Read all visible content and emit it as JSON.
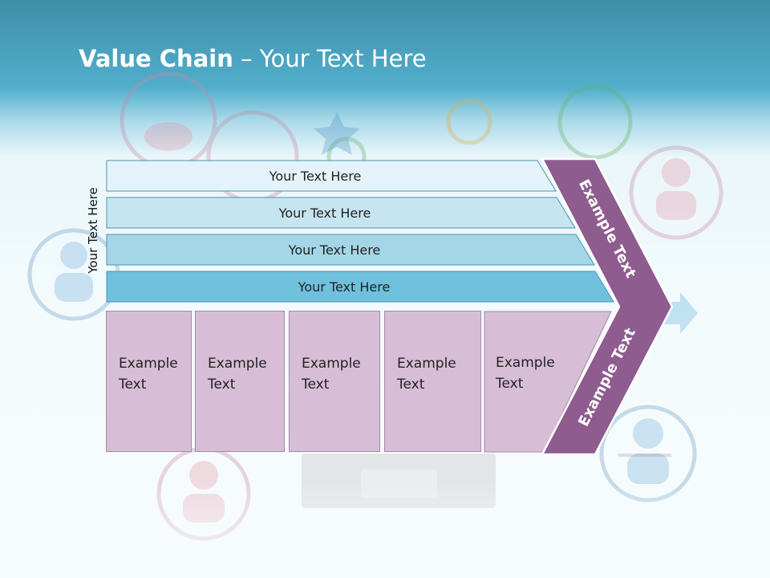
{
  "title": {
    "bold": "Value Chain",
    "rest": " – Your Text Here"
  },
  "side_label": "Your Text Here",
  "rows": [
    {
      "label": "Your Text Here",
      "fill": "#e4f3f9"
    },
    {
      "label": "Your Text Here",
      "fill": "#c6e5f1"
    },
    {
      "label": "Your Text Here",
      "fill": "#a5d6e8"
    },
    {
      "label": "Your Text Here",
      "fill": "#6fc0dc"
    }
  ],
  "boxes": [
    {
      "label": "Example\nText"
    },
    {
      "label": "Example\nText"
    },
    {
      "label": "Example\nText"
    },
    {
      "label": "Example\nText"
    },
    {
      "label": "Example\nText"
    }
  ],
  "arrow": {
    "upper_label": "Example Text",
    "lower_label": "Example Text",
    "fill": "#8e5c8e",
    "stroke": "#ffffff"
  },
  "colors": {
    "header": "#52afcc",
    "box_fill": "#d8bdd6",
    "box_border": "#a68aa6",
    "row_border": "#4a95b0"
  }
}
